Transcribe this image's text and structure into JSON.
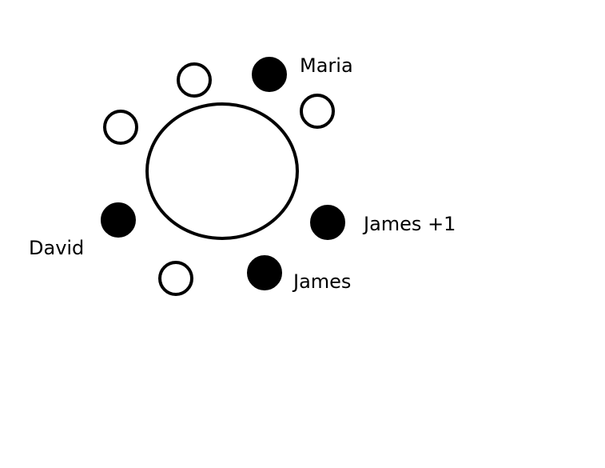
{
  "colors": {
    "stroke": "#000000",
    "occupied_fill": "#000000",
    "empty_fill": "#ffffff",
    "background": "#ffffff"
  },
  "table": {
    "shape": "ellipse"
  },
  "seats": [
    {
      "id": "seat-top-left",
      "occupied": false,
      "label": ""
    },
    {
      "id": "seat-maria",
      "occupied": true,
      "label": "Maria"
    },
    {
      "id": "seat-top-right",
      "occupied": false,
      "label": ""
    },
    {
      "id": "seat-left",
      "occupied": false,
      "label": ""
    },
    {
      "id": "seat-david",
      "occupied": true,
      "label": "David"
    },
    {
      "id": "seat-james-plus-1",
      "occupied": true,
      "label": "James +1"
    },
    {
      "id": "seat-bottom-left",
      "occupied": false,
      "label": ""
    },
    {
      "id": "seat-james",
      "occupied": true,
      "label": "James"
    }
  ],
  "labels": {
    "maria": "Maria",
    "james_plus_1": "James +1",
    "james": "James",
    "david": "David"
  }
}
